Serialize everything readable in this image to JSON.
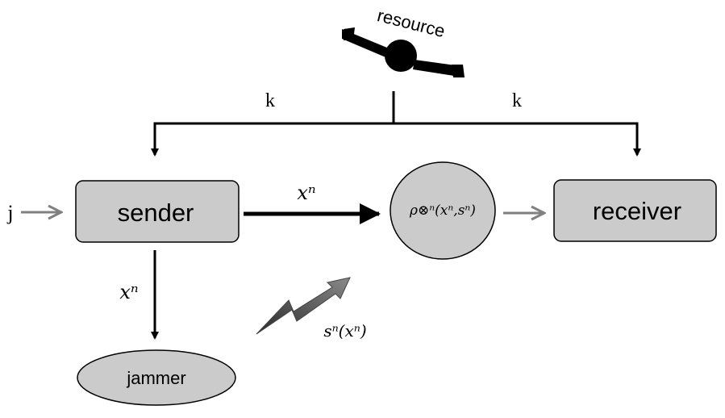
{
  "satellite": {
    "label": "resource",
    "icon": "satellite-icon"
  },
  "edges": {
    "k_left": "k",
    "k_right": "k",
    "input": "j",
    "sender_to_channel": "xⁿ",
    "sender_to_jammer": "xⁿ",
    "jamming": "sⁿ(xⁿ)"
  },
  "nodes": {
    "sender": "sender",
    "receiver": "receiver",
    "jammer": "jammer",
    "channel": "ρ⊗ⁿ(xⁿ,sⁿ)"
  },
  "colors": {
    "box_fill": "#cbcbcb",
    "line": "#000000",
    "gray_arrow": "#808080",
    "lightning": "#5a5a5a"
  }
}
